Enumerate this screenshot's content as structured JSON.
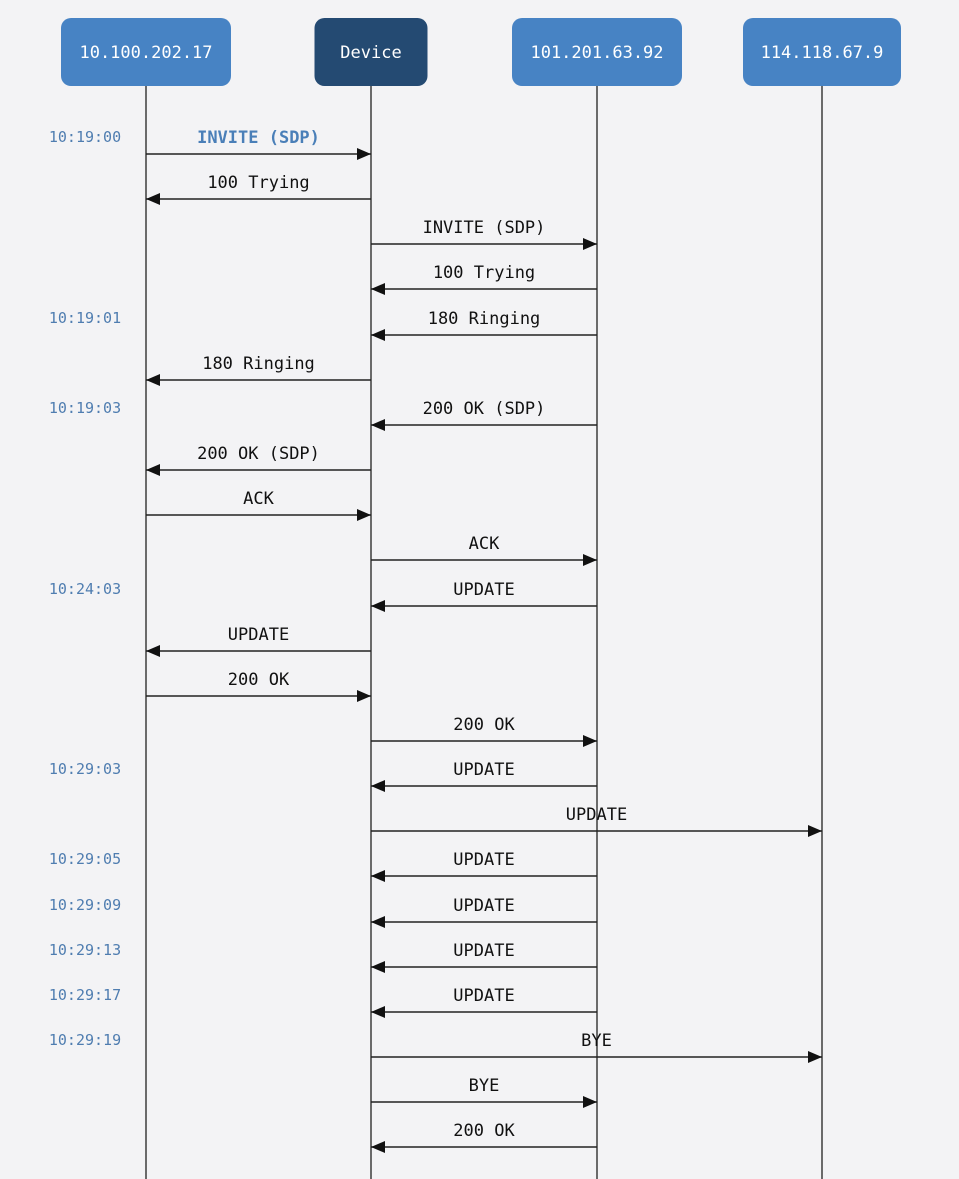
{
  "participants": [
    {
      "id": "p0",
      "label": "10.100.202.17",
      "color": "#4783c4",
      "active": false
    },
    {
      "id": "p1",
      "label": "Device",
      "color": "#244a72",
      "active": true
    },
    {
      "id": "p2",
      "label": "101.201.63.92",
      "color": "#4783c4",
      "active": false
    },
    {
      "id": "p3",
      "label": "114.118.67.9",
      "color": "#4783c4",
      "active": false
    }
  ],
  "messages": [
    {
      "from": 0,
      "to": 1,
      "label": "INVITE (SDP)",
      "time": "10:19:00",
      "selected": true
    },
    {
      "from": 1,
      "to": 0,
      "label": "100 Trying",
      "time": ""
    },
    {
      "from": 1,
      "to": 2,
      "label": "INVITE (SDP)",
      "time": ""
    },
    {
      "from": 2,
      "to": 1,
      "label": "100 Trying",
      "time": ""
    },
    {
      "from": 2,
      "to": 1,
      "label": "180 Ringing",
      "time": "10:19:01"
    },
    {
      "from": 1,
      "to": 0,
      "label": "180 Ringing",
      "time": ""
    },
    {
      "from": 2,
      "to": 1,
      "label": "200 OK (SDP)",
      "time": "10:19:03"
    },
    {
      "from": 1,
      "to": 0,
      "label": "200 OK (SDP)",
      "time": ""
    },
    {
      "from": 0,
      "to": 1,
      "label": "ACK",
      "time": ""
    },
    {
      "from": 1,
      "to": 2,
      "label": "ACK",
      "time": ""
    },
    {
      "from": 2,
      "to": 1,
      "label": "UPDATE",
      "time": "10:24:03"
    },
    {
      "from": 1,
      "to": 0,
      "label": "UPDATE",
      "time": ""
    },
    {
      "from": 0,
      "to": 1,
      "label": "200 OK",
      "time": ""
    },
    {
      "from": 1,
      "to": 2,
      "label": "200 OK",
      "time": ""
    },
    {
      "from": 2,
      "to": 1,
      "label": "UPDATE",
      "time": "10:29:03"
    },
    {
      "from": 1,
      "to": 3,
      "label": "UPDATE",
      "time": ""
    },
    {
      "from": 2,
      "to": 1,
      "label": "UPDATE",
      "time": "10:29:05"
    },
    {
      "from": 2,
      "to": 1,
      "label": "UPDATE",
      "time": "10:29:09"
    },
    {
      "from": 2,
      "to": 1,
      "label": "UPDATE",
      "time": "10:29:13"
    },
    {
      "from": 2,
      "to": 1,
      "label": "UPDATE",
      "time": "10:29:17"
    },
    {
      "from": 1,
      "to": 3,
      "label": "BYE",
      "time": "10:29:19"
    },
    {
      "from": 1,
      "to": 2,
      "label": "BYE",
      "time": ""
    },
    {
      "from": 2,
      "to": 1,
      "label": "200 OK",
      "time": ""
    }
  ]
}
